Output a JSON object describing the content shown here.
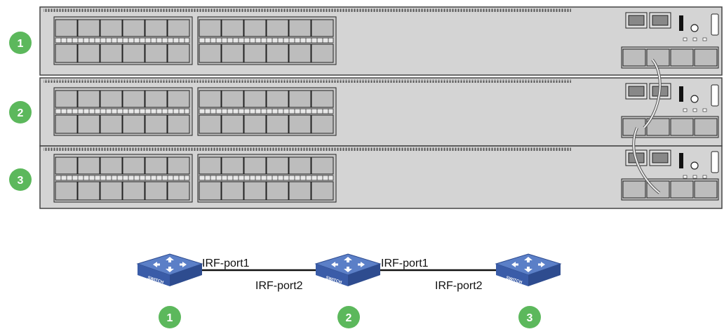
{
  "chassis": [
    {
      "number": "1"
    },
    {
      "number": "2"
    },
    {
      "number": "3"
    }
  ],
  "topology": {
    "switches": [
      {
        "number": "1",
        "label": "SWITCH"
      },
      {
        "number": "2",
        "label": "SWITCH"
      },
      {
        "number": "3",
        "label": "SWITCH"
      }
    ],
    "links": [
      {
        "left_port": "IRF-port1",
        "right_port": "IRF-port2"
      },
      {
        "left_port": "IRF-port1",
        "right_port": "IRF-port2"
      }
    ]
  },
  "colors": {
    "badge": "#5cb85c",
    "chassis_fill": "#d4d4d4",
    "switch_top": "#5b7fc7",
    "switch_side": "#2e4c8f"
  }
}
